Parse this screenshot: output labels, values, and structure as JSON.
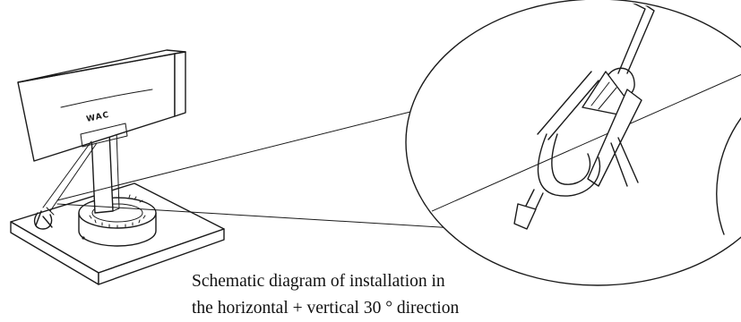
{
  "diagram": {
    "brand_label": "WAC",
    "caption_line1": "Schematic diagram of installation in",
    "caption_line2": "the horizontal + vertical 30 ° direction"
  }
}
